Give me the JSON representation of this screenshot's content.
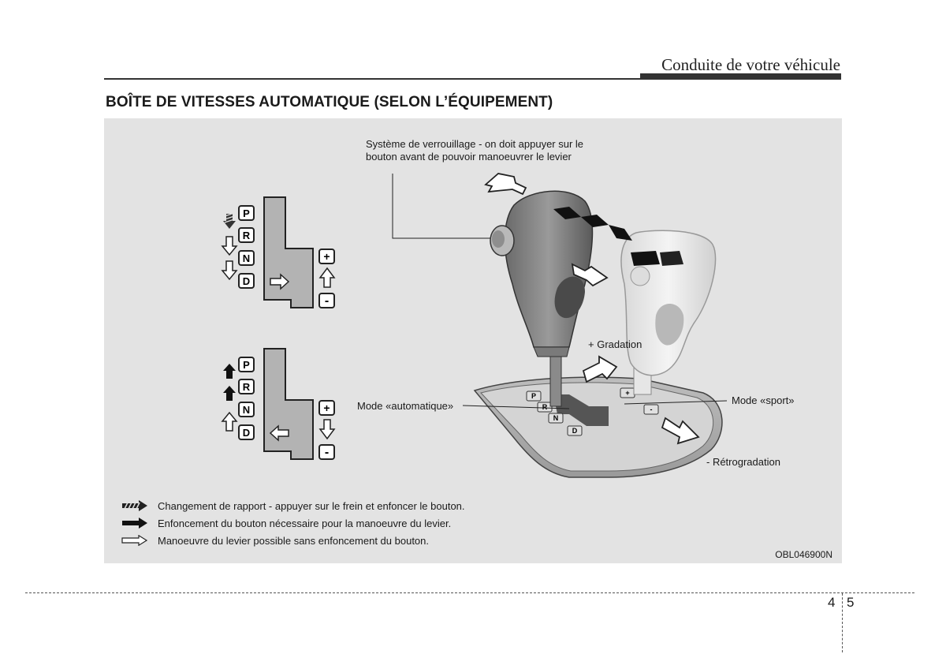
{
  "header": {
    "title": "Conduite de votre véhicule"
  },
  "section": {
    "title": "BOÎTE DE VITESSES AUTOMATIQUE (SELON L’ÉQUIPEMENT)"
  },
  "gate_labels": {
    "p": "P",
    "r": "R",
    "n": "N",
    "d": "D",
    "plus": "+",
    "minus": "-"
  },
  "callouts": {
    "lock": "Système de verrouillage - on doit appuyer sur le bouton avant de pouvoir manoeuvrer le levier",
    "upshift": "+ Gradation",
    "auto_mode": "Mode «automatique»",
    "sport_mode": "Mode «sport»",
    "downshift": "- Rétrogradation"
  },
  "legend": [
    {
      "icon": "hatched-arrow-icon",
      "text": "Changement de rapport - appuyer sur le frein et enfoncer le bouton."
    },
    {
      "icon": "filled-arrow-icon",
      "text": "Enfoncement du bouton nécessaire pour la manoeuvre du levier."
    },
    {
      "icon": "outline-arrow-icon",
      "text": "Manoeuvre du levier possible sans enfoncement du bouton."
    }
  ],
  "figure_code": "OBL046900N",
  "page": {
    "chapter": "4",
    "number": "5"
  }
}
